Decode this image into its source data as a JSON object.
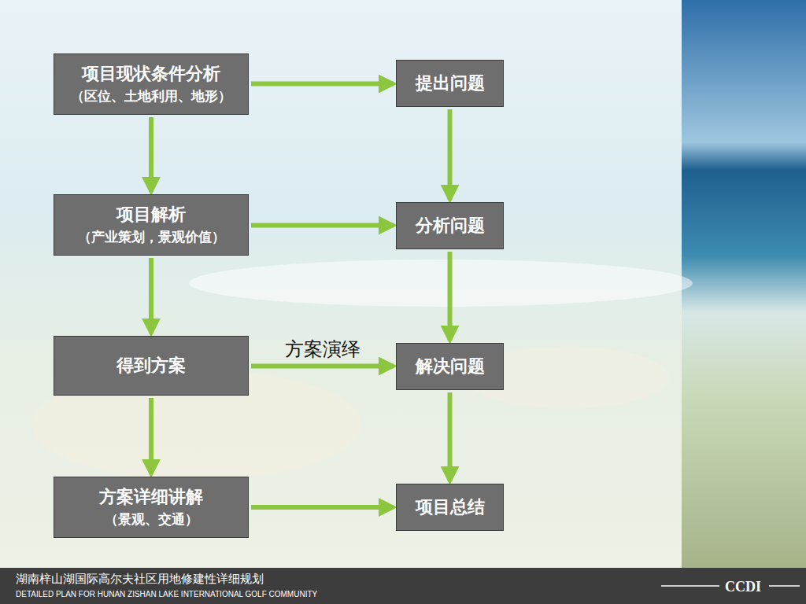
{
  "diagram": {
    "nodes": [
      {
        "text": [
          "项目现状条件分析",
          "（区位、土地利用、地形）"
        ]
      },
      {
        "text": [
          "提出问题"
        ]
      },
      {
        "text": [
          "项目解析",
          "（产业策划，景观价值）"
        ]
      },
      {
        "text": [
          "分析问题"
        ]
      },
      {
        "text": [
          "得到方案"
        ]
      },
      {
        "text": [
          "解决问题"
        ]
      },
      {
        "text": [
          "方案详细讲解",
          "（景观、交通）"
        ]
      },
      {
        "text": [
          "项目总结"
        ]
      }
    ],
    "edges": [
      {
        "from": 0,
        "to": 1,
        "arrow": "to"
      },
      {
        "from": 0,
        "to": 2,
        "arrow": "to"
      },
      {
        "from": 1,
        "to": 3,
        "arrow": "to"
      },
      {
        "from": 2,
        "to": 3,
        "arrow": "to"
      },
      {
        "from": 2,
        "to": 4,
        "arrow": "to"
      },
      {
        "from": 3,
        "to": 5,
        "arrow": "to"
      },
      {
        "from": 4,
        "to": 5,
        "label": "方案演绎",
        "arrow": "to"
      },
      {
        "from": 4,
        "to": 6,
        "arrow": "to"
      },
      {
        "from": 5,
        "to": 7,
        "arrow": "to"
      },
      {
        "from": 6,
        "to": 7,
        "arrow": "to"
      }
    ],
    "labels": [
      "湖南梓山湖国际高尔夫社区用地修建性详细规划",
      "DETAILED PLAN FOR HUNAN ZISHAN LAKE INTERNATIONAL GOLF COMMUNITY",
      "CCDI"
    ]
  }
}
